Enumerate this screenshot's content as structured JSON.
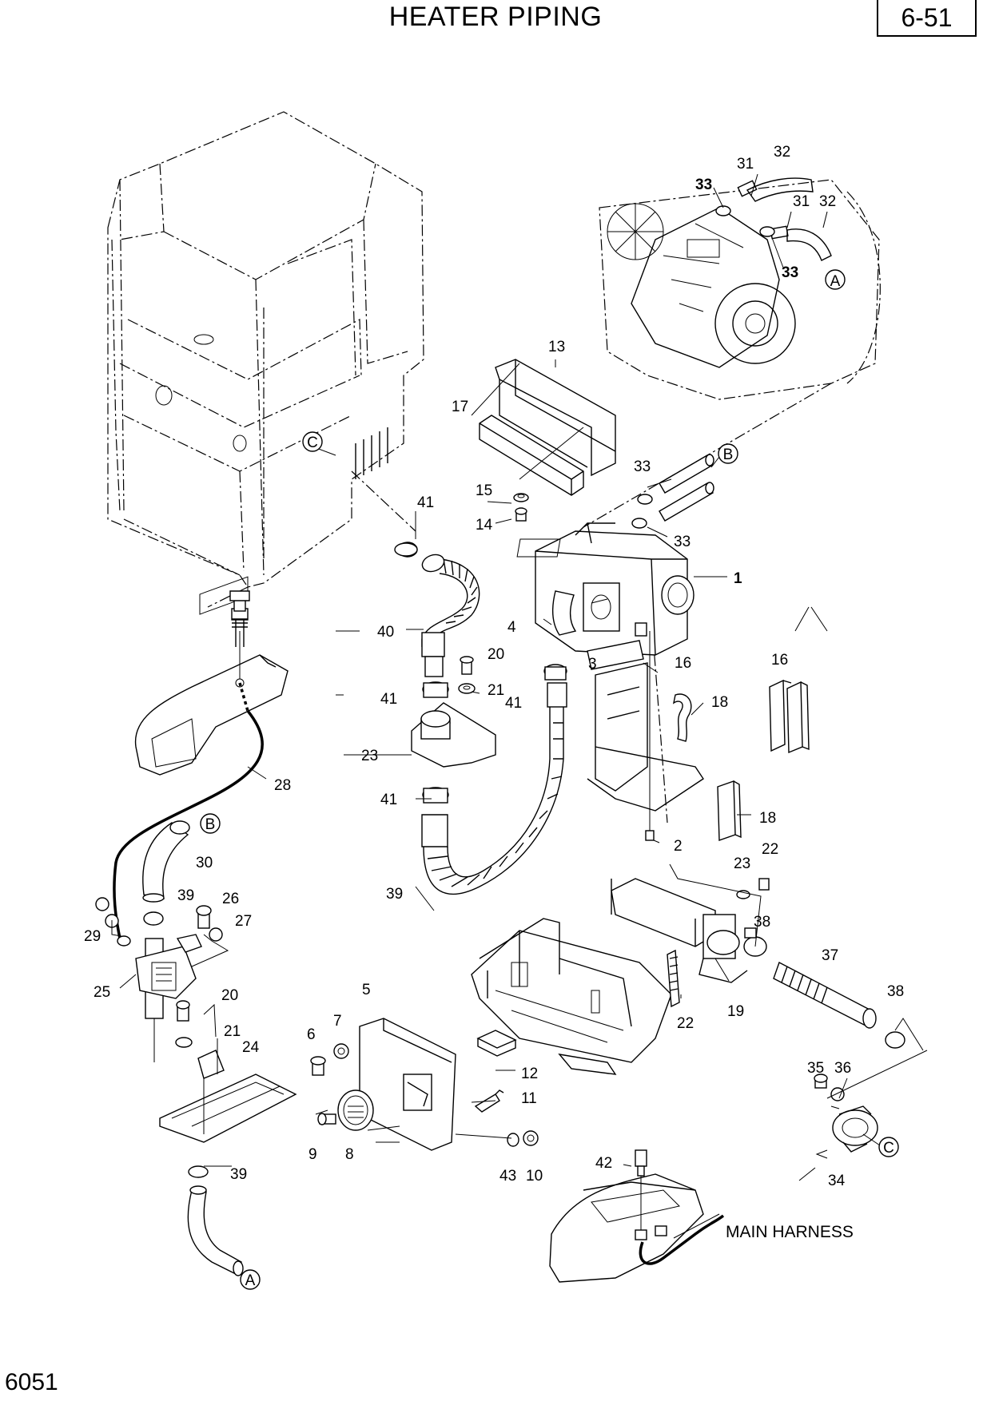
{
  "header": {
    "title": "HEATER PIPING",
    "page_number": "6-51"
  },
  "footer": {
    "figure_code": "6051"
  },
  "callouts": {
    "n1": "1",
    "n2": "2",
    "n3": "3",
    "n4": "4",
    "n5": "5",
    "n6": "6",
    "n7": "7",
    "n8": "8",
    "n9": "9",
    "n10": "10",
    "n11": "11",
    "n12": "12",
    "n13": "13",
    "n14": "14",
    "n15": "15",
    "n16": "16",
    "n17": "17",
    "n18": "18",
    "n19": "19",
    "n20": "20",
    "n21": "21",
    "n22": "22",
    "n23": "23",
    "n24": "24",
    "n25": "25",
    "n26": "26",
    "n27": "27",
    "n28": "28",
    "n29": "29",
    "n30": "30",
    "n31": "31",
    "n32": "32",
    "n33": "33",
    "n34": "34",
    "n35": "35",
    "n36": "36",
    "n37": "37",
    "n38": "38",
    "n39": "39",
    "n40": "40",
    "n41": "41",
    "n42": "42",
    "n43": "43"
  },
  "connectors": {
    "a": "A",
    "b": "B",
    "c": "C"
  },
  "labels": {
    "main_harness": "MAIN HARNESS"
  }
}
